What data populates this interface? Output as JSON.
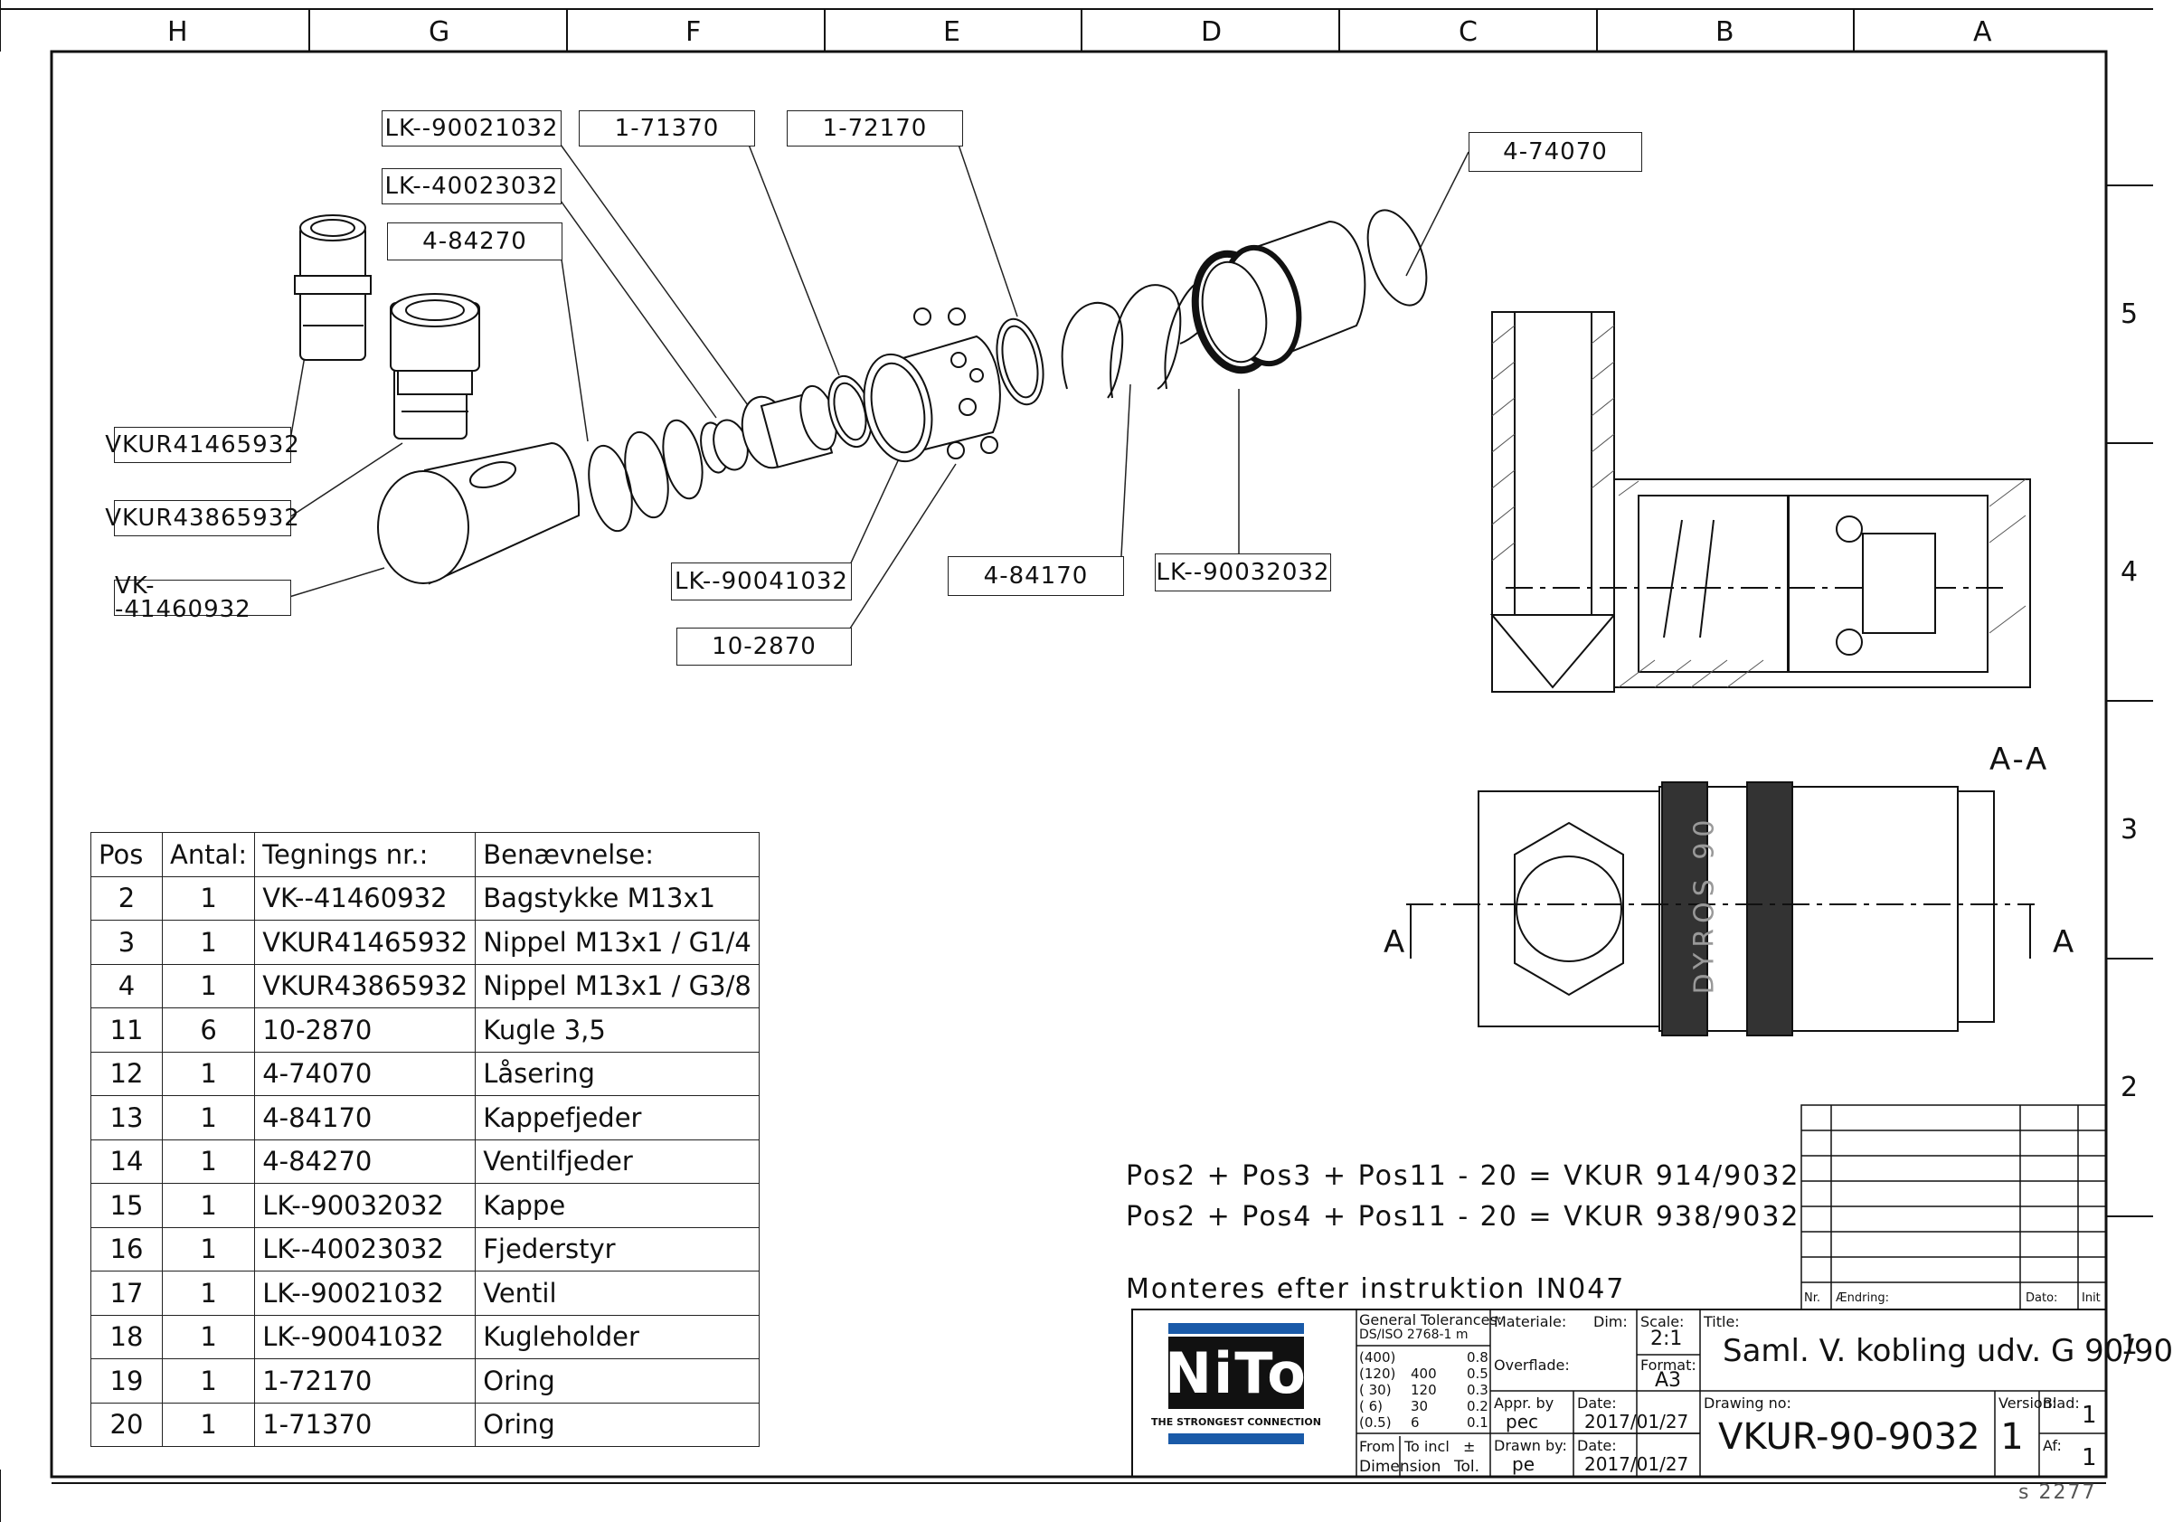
{
  "zones_top": [
    "H",
    "G",
    "F",
    "E",
    "D",
    "C",
    "B",
    "A"
  ],
  "zones_right": [
    "5",
    "4",
    "3",
    "2",
    "1"
  ],
  "callouts": {
    "c1": "LK--90021032",
    "c2": "1-71370",
    "c3": "1-72170",
    "c4": "LK--40023032",
    "c5": "4-84270",
    "c6": "4-74070",
    "c7": "VKUR41465932",
    "c8": "VKUR43865932",
    "c9": "VK--41460932",
    "c10": "LK--90041032",
    "c11": "4-84170",
    "c12": "LK--90032032",
    "c13": "10-2870"
  },
  "section": {
    "title": "A-A",
    "cut_left": "A",
    "cut_right": "A",
    "sleeve_text": "DYROS 90"
  },
  "parts_table": {
    "headers": [
      "Pos",
      "Antal:",
      "Tegnings nr.:",
      "Benævnelse:"
    ],
    "rows": [
      [
        "2",
        "1",
        "VK--41460932",
        "Bagstykke M13x1"
      ],
      [
        "3",
        "1",
        "VKUR41465932",
        "Nippel M13x1 / G1/4"
      ],
      [
        "4",
        "1",
        "VKUR43865932",
        "Nippel M13x1 / G3/8"
      ],
      [
        "11",
        "6",
        "10-2870",
        "Kugle 3,5"
      ],
      [
        "12",
        "1",
        "4-74070",
        "Låsering"
      ],
      [
        "13",
        "1",
        "4-84170",
        "Kappefjeder"
      ],
      [
        "14",
        "1",
        "4-84270",
        "Ventilfjeder"
      ],
      [
        "15",
        "1",
        "LK--90032032",
        "Kappe"
      ],
      [
        "16",
        "1",
        "LK--40023032",
        "Fjederstyr"
      ],
      [
        "17",
        "1",
        "LK--90021032",
        "Ventil"
      ],
      [
        "18",
        "1",
        "LK--90041032",
        "Kugleholder"
      ],
      [
        "19",
        "1",
        "1-72170",
        "Oring"
      ],
      [
        "20",
        "1",
        "1-71370",
        "Oring"
      ]
    ]
  },
  "notes": {
    "formula1": "Pos2 + Pos3 + Pos11 - 20 = VKUR 914/9032",
    "formula2": "Pos2 + Pos4 + Pos11 - 20 = VKUR 938/9032",
    "instruction": "Monteres efter instruktion IN047"
  },
  "revision_table": {
    "nr": "Nr.",
    "change": "Ændring:",
    "date": "Dato:",
    "init": "Init"
  },
  "title_block": {
    "logo": "NiTo",
    "logo_sub": "THE STRONGEST CONNECTION",
    "tolerances_label": "General Tolerances:",
    "tolerances_std": "DS/ISO 2768-1 m",
    "tol_rows": [
      [
        "(400)",
        "",
        "0.8"
      ],
      [
        "(120)",
        "400",
        "0.5"
      ],
      [
        "( 30)",
        "120",
        "0.3"
      ],
      [
        "(  6)",
        "30",
        "0.2"
      ],
      [
        "(0.5)",
        "6",
        "0.1"
      ]
    ],
    "from": "From",
    "to_incl": "To incl",
    "pm": "±",
    "dimension": "Dimension",
    "tol": "Tol.",
    "material_label": "Materiale:",
    "dim_label": "Dim:",
    "scale_label": "Scale:",
    "scale": "2:1",
    "overflade_label": "Overflade:",
    "format_label": "Format:",
    "format": "A3",
    "appr_label": "Appr. by",
    "appr": "pec",
    "date_label": "Date:",
    "appr_date": "2017/01/27",
    "drawn_label": "Drawn by:",
    "drawn": "pe",
    "drawn_date": "2017/01/27",
    "title_label": "Title:",
    "title": "Saml. V. kobling udv. G 90/90",
    "drawing_no_label": "Drawing no:",
    "drawing_no": "VKUR-90-9032",
    "version_label": "Version:",
    "version": "1",
    "sheet_label": "Blad:",
    "sheet": "1",
    "of_label": "Af:",
    "of": "1"
  },
  "footer_ref": "s 2277"
}
